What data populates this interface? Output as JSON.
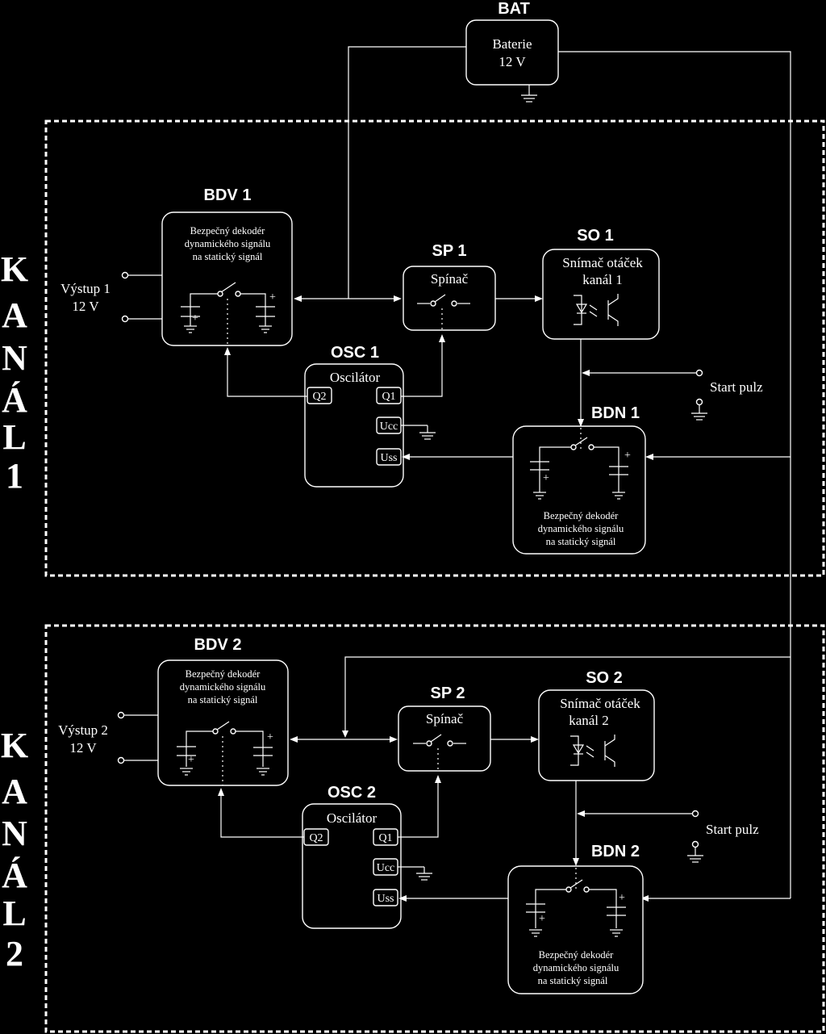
{
  "battery": {
    "title": "BAT",
    "line1": "Baterie",
    "line2": "12 V"
  },
  "channels": [
    {
      "side_letters": [
        "K",
        "A",
        "N",
        "Á",
        "L",
        "1"
      ],
      "bdv": {
        "title": "BDV 1",
        "lines": [
          "Bezpečný dekodér",
          "dynamického signálu",
          "na statický signál"
        ]
      },
      "output": {
        "line1": "Výstup 1",
        "line2": "12 V"
      },
      "sp": {
        "title": "SP 1",
        "label": "Spínač"
      },
      "so": {
        "title": "SO 1",
        "line1": "Snímač otáček",
        "line2": "kanál 1"
      },
      "osc": {
        "title": "OSC 1",
        "label": "Oscilátor",
        "pins": [
          "Q2",
          "Q1",
          "Ucc",
          "Uss"
        ]
      },
      "start": "Start pulz",
      "bdn": {
        "title": "BDN 1",
        "lines": [
          "Bezpečný dekodér",
          "dynamického signálu",
          "na statický signál"
        ]
      }
    },
    {
      "side_letters": [
        "K",
        "A",
        "N",
        "Á",
        "L",
        "2"
      ],
      "bdv": {
        "title": "BDV 2",
        "lines": [
          "Bezpečný dekodér",
          "dynamického signálu",
          "na statický signál"
        ]
      },
      "output": {
        "line1": "Výstup 2",
        "line2": "12 V"
      },
      "sp": {
        "title": "SP 2",
        "label": "Spínač"
      },
      "so": {
        "title": "SO 2",
        "line1": "Snímač otáček",
        "line2": "kanál 2"
      },
      "osc": {
        "title": "OSC 2",
        "label": "Oscilátor",
        "pins": [
          "Q2",
          "Q1",
          "Ucc",
          "Uss"
        ]
      },
      "start": "Start pulz",
      "bdn": {
        "title": "BDN 2",
        "lines": [
          "Bezpečný dekodér",
          "dynamického signálu",
          "na statický signál"
        ]
      }
    }
  ]
}
